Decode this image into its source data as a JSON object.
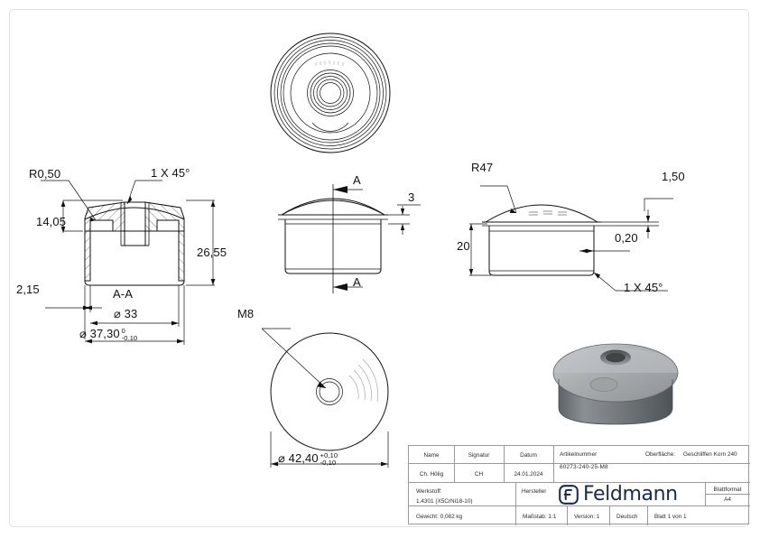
{
  "document": {
    "type": "engineering-drawing",
    "sheet_format": "A4"
  },
  "views": {
    "top_circle": {
      "name": "top-view"
    },
    "section_view": {
      "name": "section-A-A",
      "label": "A-A",
      "dimensions": {
        "radius_fillet": "R0,50",
        "chamfer": "1 X 45°",
        "height_inner": "14,05",
        "height_total": "26,55",
        "wall": "2,15",
        "bore_diameter": "⌀ 33",
        "outer_diameter_value": "⌀ 37,30",
        "outer_diameter_tol_upper": "0",
        "outer_diameter_tol_lower": "-0.10"
      }
    },
    "front_view": {
      "name": "front-view",
      "section_mark_top": "A",
      "section_mark_bottom": "A",
      "dimension_dome": "3"
    },
    "right_view": {
      "name": "right-view",
      "dimensions": {
        "dome_radius": "R47",
        "dome_height": "1,50",
        "body_height": "20",
        "step": "0,20",
        "chamfer": "1 X 45°"
      }
    },
    "bottom_circle": {
      "name": "bottom-view",
      "thread_callout": "M8",
      "diameter_value": "⌀ 42,40",
      "diameter_tol_upper": "+0,10",
      "diameter_tol_lower": "-0,10"
    },
    "iso_render": {
      "name": "3d-render"
    }
  },
  "title_block": {
    "headers": {
      "name": "Name",
      "signature": "Signatur",
      "date": "Datum",
      "article_number": "Artikelnummer",
      "surface": "Oberfläche:",
      "material": "Werkstoff:",
      "manufacturer": "Hersteller",
      "sheet_format": "Blattformat"
    },
    "values": {
      "name": "Ch. Hölig",
      "signature": "CH",
      "date": "24.01.2024",
      "article_number": "60273-240-25-M8",
      "surface": "Geschliffen Korn 240",
      "material": "1.4301 (X5CrNi18-10)",
      "sheet_format": "A4",
      "weight": "Gewicht: 0,082 kg",
      "scale": "Maßstab: 1:1",
      "version": "Version: 1",
      "language": "Deutsch",
      "sheet": "Blatt 1 von 1"
    },
    "brand": {
      "logo_mark": "f-logo-icon",
      "name": "Feldmann",
      "color": "#1b2a4a"
    }
  }
}
